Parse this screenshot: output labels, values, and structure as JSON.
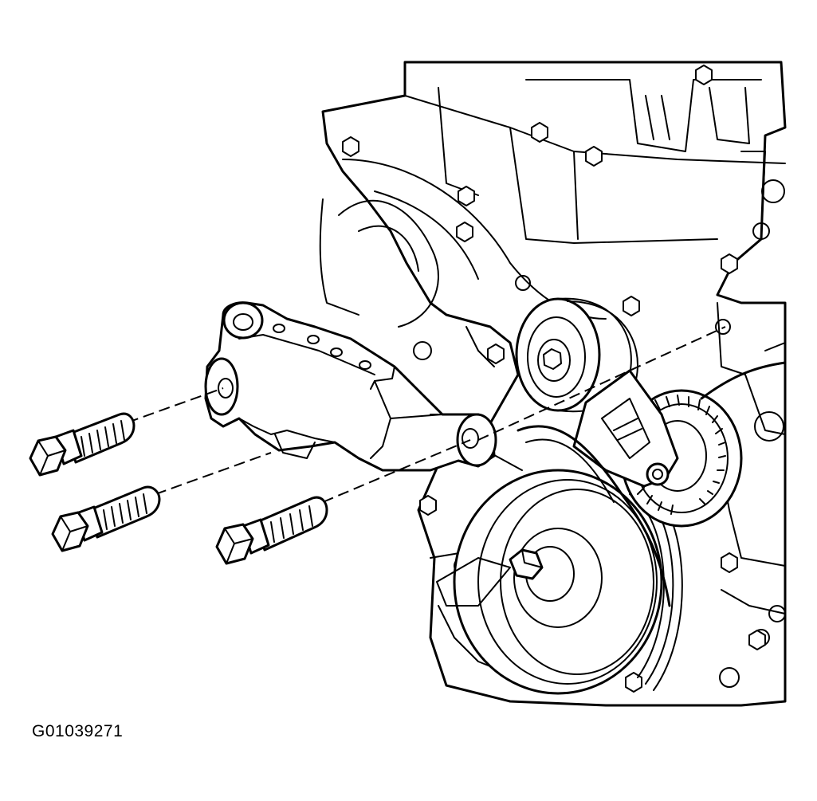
{
  "figure": {
    "id_label": "G01039271"
  },
  "colors": {
    "ink": "#000000",
    "paper": "#ffffff"
  },
  "parts": {
    "bolts": [
      {
        "name": "upper-bolt"
      },
      {
        "name": "middle-bolt"
      },
      {
        "name": "lower-bolt"
      }
    ],
    "bracket": "generator-bracket",
    "engine": "engine-front-cover",
    "pulleys": [
      "belt-tensioner-pulley",
      "idler-pulley",
      "crankshaft-balancer"
    ]
  }
}
